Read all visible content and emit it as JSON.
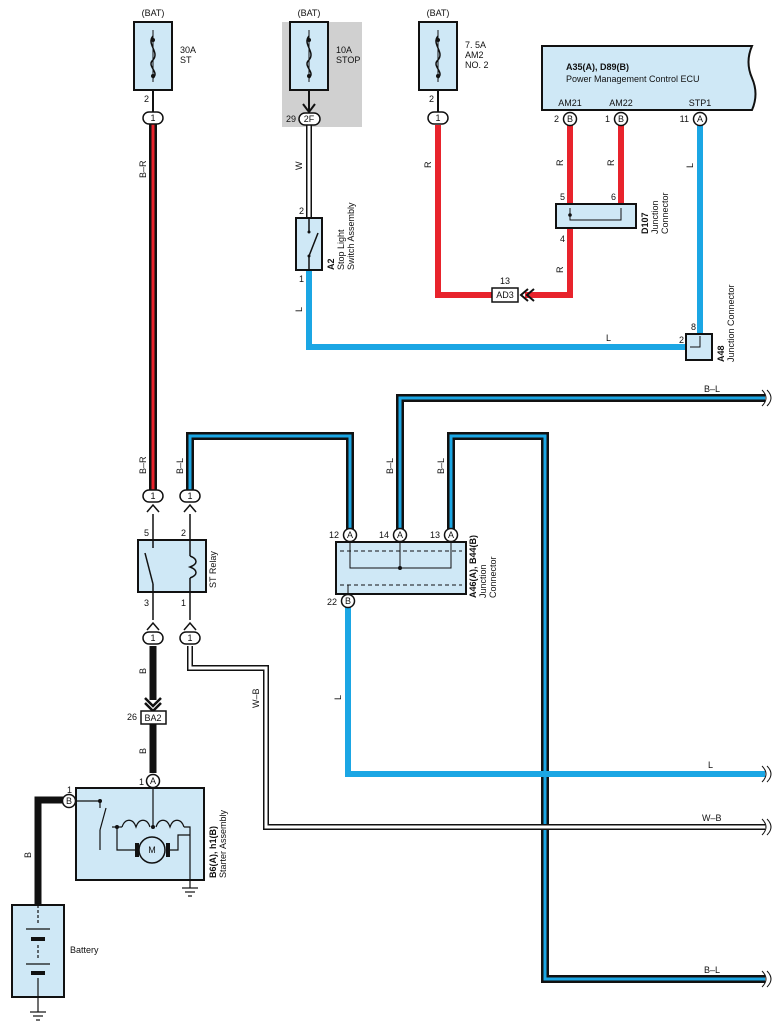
{
  "fuses": {
    "st": {
      "source": "(BAT)",
      "amps": "30A",
      "name": "ST",
      "name2": "",
      "pin": "2"
    },
    "stop": {
      "source": "(BAT)",
      "amps": "10A",
      "name": "STOP",
      "name2": "",
      "pin": "29",
      "conn": "2F"
    },
    "am2": {
      "source": "(BAT)",
      "amps": "7. 5A",
      "name": "AM2",
      "name2": "NO. 2",
      "pin": "2"
    }
  },
  "ecu": {
    "code": "A35(A), D89(B)",
    "name": "Power Management Control ECU",
    "terminals": [
      {
        "name": "AM21",
        "pin": "2",
        "conn": "B"
      },
      {
        "name": "AM22",
        "pin": "1",
        "conn": "B"
      },
      {
        "name": "STP1",
        "pin": "11",
        "conn": "A"
      }
    ]
  },
  "stop_switch": {
    "code": "A2",
    "name1": "Stop Light",
    "name2": "Switch Assembly",
    "pin_top": "2",
    "pin_bottom": "1"
  },
  "d107": {
    "code": "D107",
    "name1": "Junction",
    "name2": "Connector",
    "pins": [
      "5",
      "6",
      "4"
    ]
  },
  "ad3": {
    "pin": "13",
    "label": "AD3"
  },
  "a48": {
    "code": "A48",
    "name": "Junction Connector",
    "pins": [
      "8",
      "2"
    ]
  },
  "st_relay": {
    "name": "ST Relay",
    "pins": [
      "5",
      "2",
      "3",
      "1"
    ]
  },
  "junction_a46": {
    "code": "A46(A), B44(B)",
    "name1": "Junction",
    "name2": "Connector",
    "pins": [
      "12",
      "14",
      "13",
      "22"
    ],
    "conns": [
      "A",
      "A",
      "A",
      "B"
    ]
  },
  "ba2": {
    "pin": "26",
    "label": "BA2"
  },
  "starter": {
    "code": "B6(A), h1(B)",
    "name": "Starter Assembly",
    "pin_top": "1",
    "conn_top": "A",
    "pin_side": "1",
    "conn_side": "B",
    "motor": "M"
  },
  "battery": {
    "name": "Battery"
  },
  "connector_one": "1",
  "wires": {
    "st_fuse": "B–R",
    "stop_fuse": "W",
    "am2_fuse": "R",
    "am21": "R",
    "am22": "R",
    "d107_out": "R",
    "switch_out": "L",
    "stp1": "L",
    "a48_run": "L",
    "relay_in_br": "B–R",
    "relay_in_bl": "B–L",
    "jc_in_14": "B–L",
    "jc_in_13": "B–L",
    "relay_out_b": "B",
    "ba2_out": "B",
    "relay_out_wb": "W–B",
    "jc_out": "L",
    "battery": "B",
    "right_top": "B–L",
    "right_l": "L",
    "right_wb": "W–B",
    "right_bottom": "B–L"
  },
  "colors": {
    "component_fill": "#cfe8f6",
    "shaded": "#d0d0d0",
    "red": "#e8232c",
    "blue": "#1ba6e4",
    "black": "#111111",
    "brown_red": "#8b2a2a"
  }
}
